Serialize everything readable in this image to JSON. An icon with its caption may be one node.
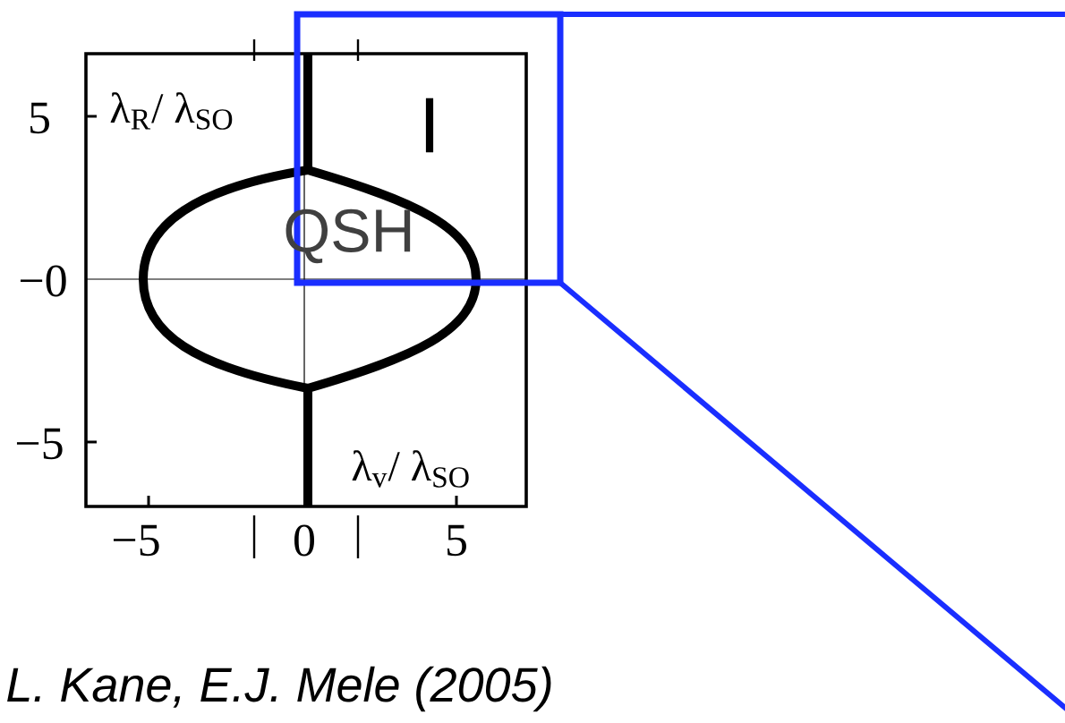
{
  "diagram": {
    "caption": "L. Kane, E.J. Mele (2005)",
    "labels": [
      "λ$_{R}$/ λ$_{SO}$",
      "5",
      "I",
      "QSH",
      "−0",
      "−5",
      "λ$_{v}$/ λ$_{SO}$",
      "−5",
      "0",
      "5"
    ]
  }
}
